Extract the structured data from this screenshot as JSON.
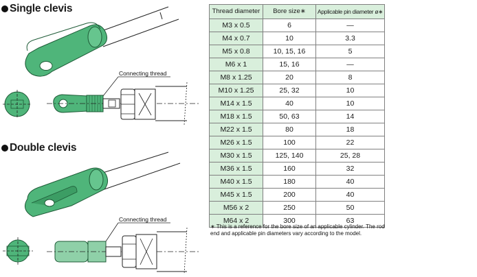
{
  "sections": {
    "single": {
      "title": "Single clevis",
      "callout": "Connecting thread"
    },
    "double": {
      "title": "Double clevis",
      "callout": "Connecting thread"
    }
  },
  "table": {
    "headers": [
      "Thread diameter",
      "Bore size∗",
      "Applicable pin diameter ø∗"
    ],
    "rows": [
      [
        "M3 x 0.5",
        "6",
        "—"
      ],
      [
        "M4 x 0.7",
        "10",
        "3.3"
      ],
      [
        "M5 x 0.8",
        "10, 15, 16",
        "5"
      ],
      [
        "M6 x 1",
        "15, 16",
        "—"
      ],
      [
        "M8 x 1.25",
        "20",
        "8"
      ],
      [
        "M10 x 1.25",
        "25, 32",
        "10"
      ],
      [
        "M14 x 1.5",
        "40",
        "10"
      ],
      [
        "M18 x 1.5",
        "50, 63",
        "14"
      ],
      [
        "M22 x 1.5",
        "80",
        "18"
      ],
      [
        "M26 x 1.5",
        "100",
        "22"
      ],
      [
        "M30 x 1.5",
        "125, 140",
        "25, 28"
      ],
      [
        "M36 x 1.5",
        "160",
        "32"
      ],
      [
        "M40 x 1.5",
        "180",
        "40"
      ],
      [
        "M45 x 1.5",
        "200",
        "40"
      ],
      [
        "M56 x 2",
        "250",
        "50"
      ],
      [
        "M64 x 2",
        "300",
        "63"
      ]
    ]
  },
  "footnote": "∗ This is a reference for the bore size of an applicable cylinder. The rod end and applicable pin diameters vary according to the model.",
  "colors": {
    "clevis_green": "#4fb57a",
    "table_shade": "#d9efdc",
    "line": "#222222"
  }
}
